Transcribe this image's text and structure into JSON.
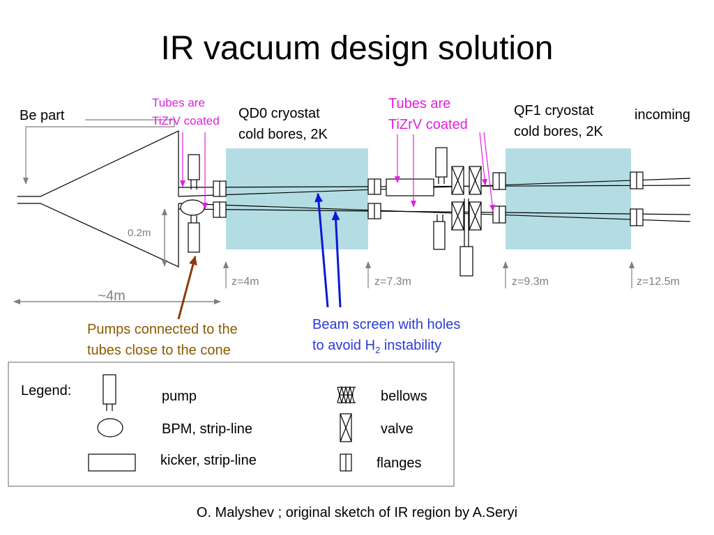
{
  "slide": {
    "title": "IR vacuum design solution",
    "footer": "O. Malyshev ; original sketch of IR region by A.Seryi"
  },
  "labels": {
    "be_part": "Be part",
    "tubes_left_line1": "Tubes are",
    "tubes_left_line2": "TiZrV coated",
    "qd0_line1": "QD0 cryostat",
    "qd0_line2": "cold bores, 2K",
    "tubes_right_line1": "Tubes are",
    "tubes_right_line2": "TiZrV coated",
    "qf1_line1": "QF1 cryostat",
    "qf1_line2": "cold bores, 2K",
    "incoming": "incoming",
    "dim_02m": "0.2m",
    "dim_4m": "~4m",
    "z4": "z=4m",
    "z73": "z=7.3m",
    "z93": "z=9.3m",
    "z125": "z=12.5m",
    "pumps_line1": "Pumps connected to the",
    "pumps_line2": "tubes close to the cone",
    "beam_line1": "Beam screen with holes",
    "beam_line2_a": "to avoid H",
    "beam_line2_sub": "2",
    "beam_line2_b": " instability"
  },
  "legend": {
    "title": "Legend:",
    "pump": "pump",
    "bpm": "BPM, strip-line",
    "kicker": "kicker, strip-line",
    "bellows": "bellows",
    "valve": "valve",
    "flanges": "flanges"
  },
  "colors": {
    "magenta": "#e020e0",
    "blue": "#0a18d8",
    "brown": "#8b3a0a",
    "gold": "#8a5a00",
    "beam_text": "#2a3ad8",
    "cryostat": "#b4dde3",
    "grey": "#7f7f7f"
  }
}
